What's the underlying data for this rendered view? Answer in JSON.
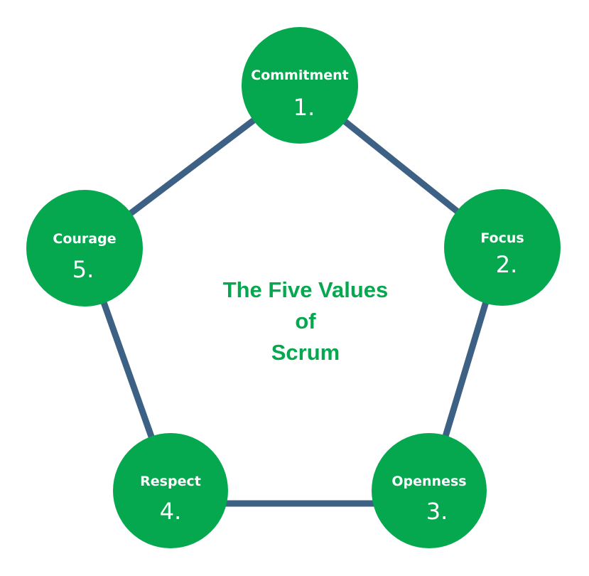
{
  "title": {
    "lines": [
      "The Five Values",
      "of",
      "Scrum"
    ]
  },
  "colors": {
    "node_fill": "#05a84e",
    "edge": "#3d6185",
    "title": "#05a84e",
    "node_text": "#ffffff"
  },
  "values": [
    {
      "name": "Commitment",
      "number": "1."
    },
    {
      "name": "Focus",
      "number": "2."
    },
    {
      "name": "Openness",
      "number": "3."
    },
    {
      "name": "Respect",
      "number": "4."
    },
    {
      "name": "Courage",
      "number": "5."
    }
  ]
}
